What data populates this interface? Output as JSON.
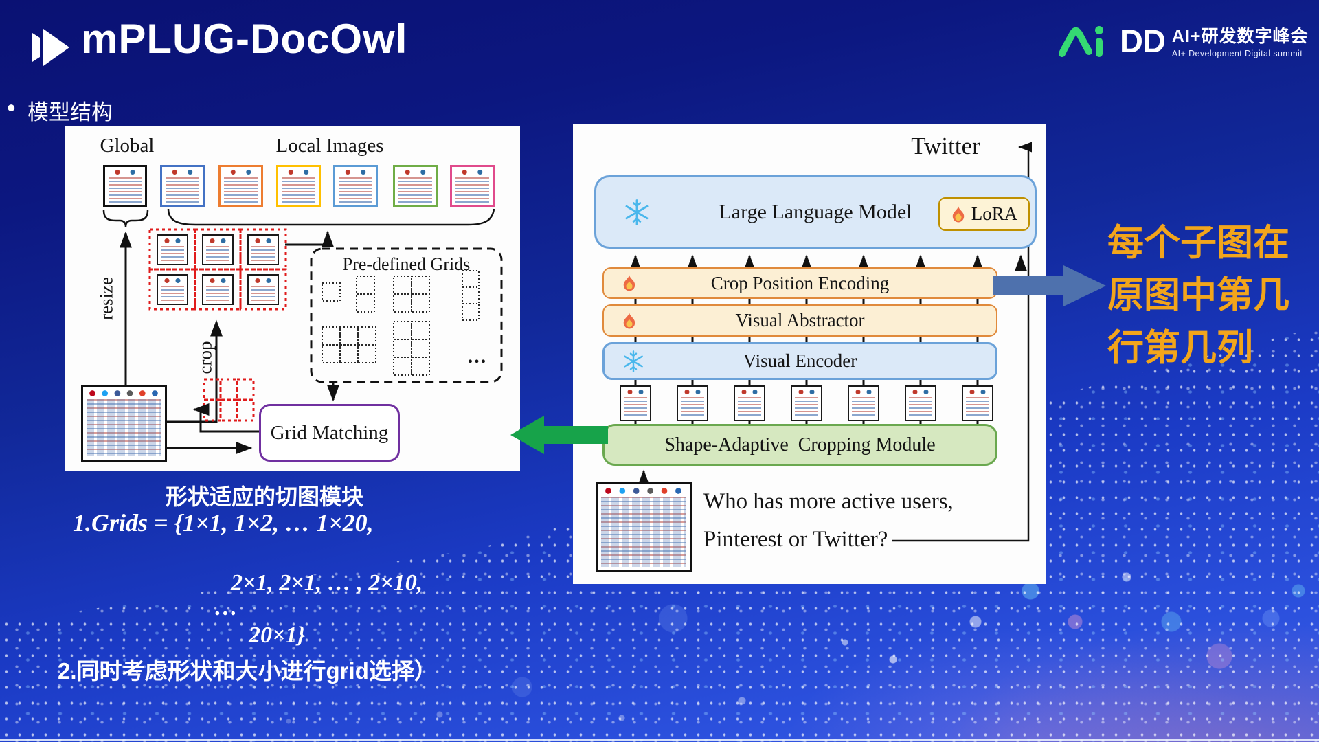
{
  "slide": {
    "title": "mPLUG-DocOwl",
    "bullet_char": "•",
    "bullet_text": "模型结构"
  },
  "logo": {
    "dd": "DD",
    "cn_title": "AI+研发数字峰会",
    "en_subtitle": "AI+ Development Digital summit"
  },
  "left_figure": {
    "global_label": "Global",
    "local_label": "Local Images",
    "resize_label": "resize",
    "crop_label": "crop",
    "grids_title": "Pre-defined Grids",
    "grids_ellipsis": "...",
    "grid_matching_label": "Grid Matching"
  },
  "right_figure": {
    "answer_label": "Twitter",
    "llm_label": "Large Language Model",
    "lora_label": "LoRA",
    "crop_position_label": "Crop Position Encoding",
    "visual_abstractor_label": "Visual Abstractor",
    "visual_encoder_label": "Visual Encoder",
    "cropping_module_label": "Shape-Adaptive  Cropping Module",
    "question_line1": "Who has more active users,",
    "question_line2": "Pinterest or Twitter?"
  },
  "side_note": {
    "lines": [
      "每个子图在",
      "原图中第几",
      "行第几列"
    ]
  },
  "caption": {
    "heading": "形状适应的切图模块",
    "formula_line1": "1.Grids = {1×1, 1×2, … 1×20,",
    "formula_line2": "2×1, 2×1, … , 2×10,",
    "formula_line3": "…",
    "formula_line4": "20×1}",
    "note": "2.同时考虑形状和大小进行grid选择）"
  },
  "colors": {
    "accent_green_arrow": "#17a34a",
    "accent_steel_arrow": "#4e71ad",
    "note_orange": "#f2a51b",
    "frozen_blue": "#49b7ec",
    "warm_box_border": "#e08a3c",
    "cool_box_border": "#6ba2d9",
    "green_box_border": "#6aa84f",
    "purple_border": "#7030a0"
  }
}
